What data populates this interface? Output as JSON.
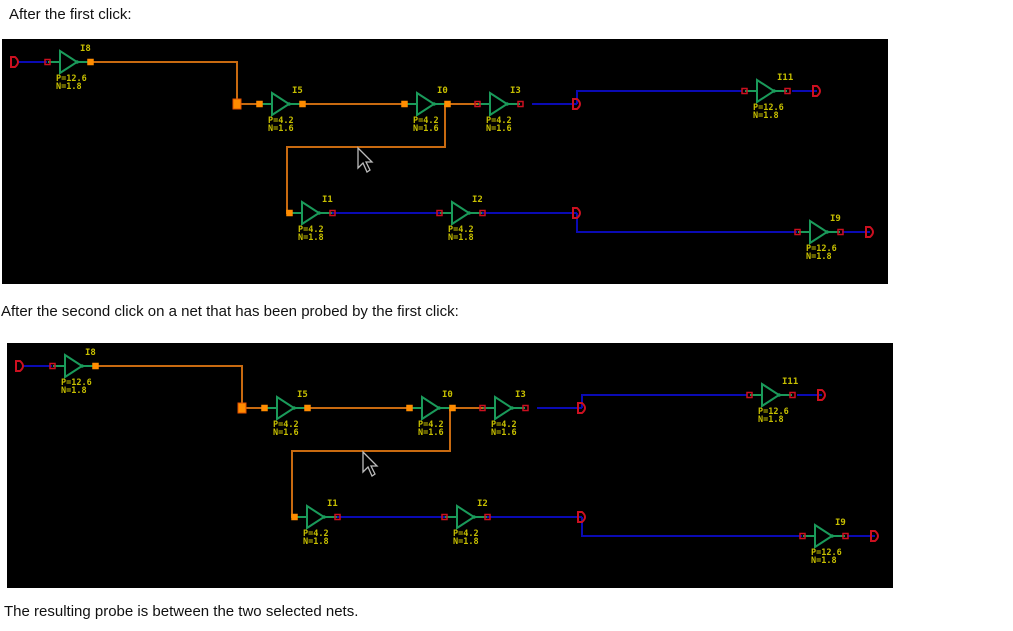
{
  "captions": {
    "first": "After the first click:",
    "second": "After the second click on a net that has been probed by the first click:",
    "result": "The resulting probe is between the two selected nets."
  },
  "colors": {
    "background": "#000000",
    "probed_net": "#c86a10",
    "probed_pin": "#ff8c00",
    "unprobed_net": "#0a0ab4",
    "pin": "#cc1020",
    "buffer": "#1a9a5a",
    "label": "#c8c000",
    "port": "#cc1020"
  },
  "schematic": {
    "instances": [
      {
        "name": "I8",
        "params": [
          "P=12.6",
          "N=1.8"
        ]
      },
      {
        "name": "I5",
        "params": [
          "P=4.2",
          "N=1.6"
        ]
      },
      {
        "name": "I0",
        "params": [
          "P=4.2",
          "N=1.6"
        ]
      },
      {
        "name": "I3",
        "params": [
          "P=4.2",
          "N=1.6"
        ]
      },
      {
        "name": "I11",
        "params": [
          "P=12.6",
          "N=1.8"
        ]
      },
      {
        "name": "I1",
        "params": [
          "P=4.2",
          "N=1.8"
        ]
      },
      {
        "name": "I2",
        "params": [
          "P=4.2",
          "N=1.8"
        ]
      },
      {
        "name": "I9",
        "params": [
          "P=12.6",
          "N=1.8"
        ]
      }
    ],
    "ports": [
      "D",
      "D",
      "D",
      "D",
      "D"
    ],
    "nets": [
      {
        "name": "net-i8-out",
        "state": "probed"
      },
      {
        "name": "net-i5-out",
        "state": "probed"
      },
      {
        "name": "net-i0-out",
        "state": "probed"
      },
      {
        "name": "net-input",
        "state": "unprobed"
      },
      {
        "name": "net-i3-out",
        "state": "unprobed"
      },
      {
        "name": "net-i11-out",
        "state": "unprobed"
      },
      {
        "name": "net-i1-out",
        "state": "unprobed"
      },
      {
        "name": "net-i2-out",
        "state": "unprobed"
      },
      {
        "name": "net-i9-out",
        "state": "unprobed"
      }
    ]
  },
  "panels": [
    {
      "name": "panel-first-click"
    },
    {
      "name": "panel-second-click"
    }
  ]
}
